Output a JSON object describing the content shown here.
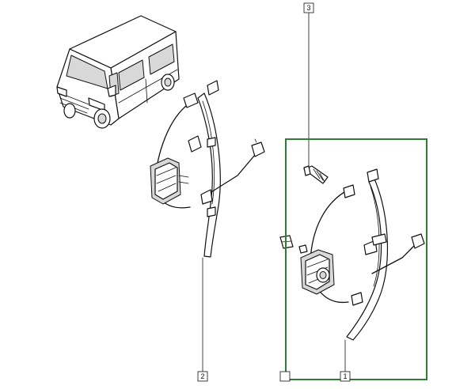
{
  "callouts": {
    "part_1": "1",
    "part_2": "2",
    "part_3": "3"
  },
  "colors": {
    "selection_box": "#2e7d32",
    "line": "#111111",
    "background": "#ffffff"
  },
  "icons": {
    "vehicle": "van-icon",
    "window_regulator": "window-regulator-icon",
    "bolt": "bolt-icon"
  }
}
